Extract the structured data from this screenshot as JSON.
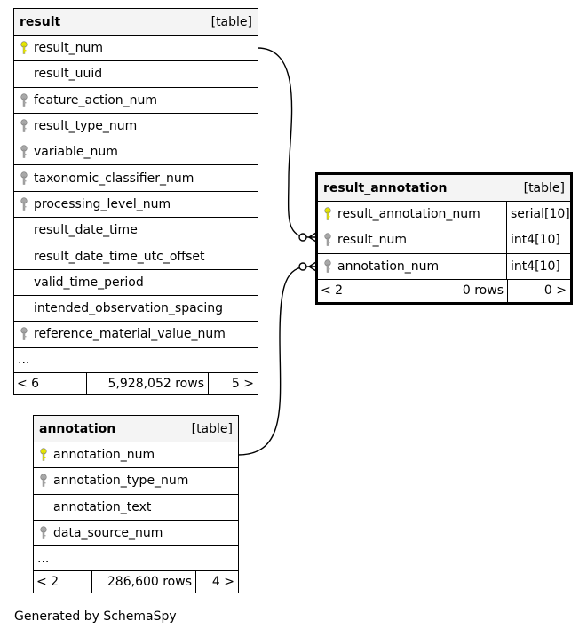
{
  "tables": {
    "result": {
      "name": "result",
      "type": "[table]",
      "columns": [
        {
          "name": "result_num",
          "key": "primary"
        },
        {
          "name": "result_uuid",
          "key": "none"
        },
        {
          "name": "feature_action_num",
          "key": "foreign"
        },
        {
          "name": "result_type_num",
          "key": "foreign"
        },
        {
          "name": "variable_num",
          "key": "foreign"
        },
        {
          "name": "taxonomic_classifier_num",
          "key": "foreign"
        },
        {
          "name": "processing_level_num",
          "key": "foreign"
        },
        {
          "name": "result_date_time",
          "key": "none"
        },
        {
          "name": "result_date_time_utc_offset",
          "key": "none"
        },
        {
          "name": "valid_time_period",
          "key": "none"
        },
        {
          "name": "intended_observation_spacing",
          "key": "none"
        },
        {
          "name": "reference_material_value_num",
          "key": "foreign"
        }
      ],
      "more": "...",
      "footer": {
        "parents": "< 6",
        "rows": "5,928,052 rows",
        "children": "5 >"
      }
    },
    "result_annotation": {
      "name": "result_annotation",
      "type": "[table]",
      "columns": [
        {
          "name": "result_annotation_num",
          "key": "primary",
          "dtype": "serial[10]"
        },
        {
          "name": "result_num",
          "key": "foreign",
          "dtype": "int4[10]"
        },
        {
          "name": "annotation_num",
          "key": "foreign",
          "dtype": "int4[10]"
        }
      ],
      "footer": {
        "parents": "< 2",
        "rows": "0 rows",
        "children": "0 >"
      }
    },
    "annotation": {
      "name": "annotation",
      "type": "[table]",
      "columns": [
        {
          "name": "annotation_num",
          "key": "primary"
        },
        {
          "name": "annotation_type_num",
          "key": "foreign"
        },
        {
          "name": "annotation_text",
          "key": "none"
        },
        {
          "name": "data_source_num",
          "key": "foreign"
        }
      ],
      "more": "...",
      "footer": {
        "parents": "< 2",
        "rows": "286,600 rows",
        "children": "4 >"
      }
    }
  },
  "colors": {
    "primary_key": "#e6e600",
    "foreign_key": "#a8a8a8",
    "header_bg": "#f4f4f4",
    "line": "#000000"
  },
  "icons": {
    "primary": "key-icon",
    "foreign": "key-icon"
  },
  "generated_by": "Generated by SchemaSpy"
}
